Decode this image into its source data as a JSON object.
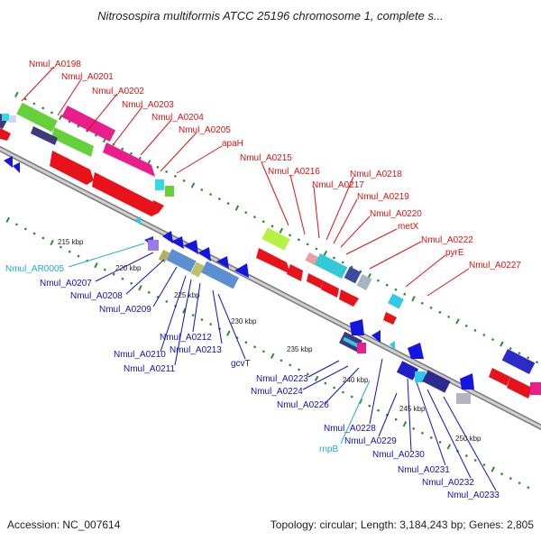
{
  "title": "Nitrosospira multiformis ATCC 25196 chromosome 1, complete s...",
  "footer": {
    "accession": "Accession: NC_007614",
    "summary": "Topology: circular; Length: 3,184,243 bp; Genes: 2,805"
  },
  "colors": {
    "top_label": "#dd1111",
    "bottom_label": "#1111bb",
    "rna_label": "#22aacc",
    "backbone": "#999999",
    "tick": "#2e8b2e"
  },
  "kbp_ticks": [
    "215 kbp",
    "220 kbp",
    "225 kbp",
    "230 kbp",
    "235 kbp",
    "240 kbp",
    "245 kbp",
    "250 kbp"
  ],
  "top_genes": [
    "Nmul_A0198",
    "Nmul_A0201",
    "Nmul_A0202",
    "Nmul_A0203",
    "Nmul_A0204",
    "Nmul_A0205",
    "apaH",
    "Nmul_A0215",
    "Nmul_A0216",
    "Nmul_A0218",
    "Nmul_A0217",
    "Nmul_A0219",
    "Nmul_A0220",
    "metX",
    "Nmul_A0222",
    "pyrE",
    "Nmul_A0227"
  ],
  "bottom_genes": [
    "Nmul_AR0005",
    "Nmul_A0207",
    "Nmul_A0208",
    "Nmul_A0209",
    "Nmul_A0212",
    "Nmul_A0213",
    "Nmul_A0210",
    "Nmul_A0211",
    "gcvT",
    "Nmul_A0223",
    "Nmul_A0224",
    "Nmul_A0226",
    "Nmul_A0228",
    "rnpB",
    "Nmul_A0229",
    "Nmul_A0230",
    "Nmul_A0231",
    "Nmul_A0232",
    "Nmul_A0233"
  ]
}
